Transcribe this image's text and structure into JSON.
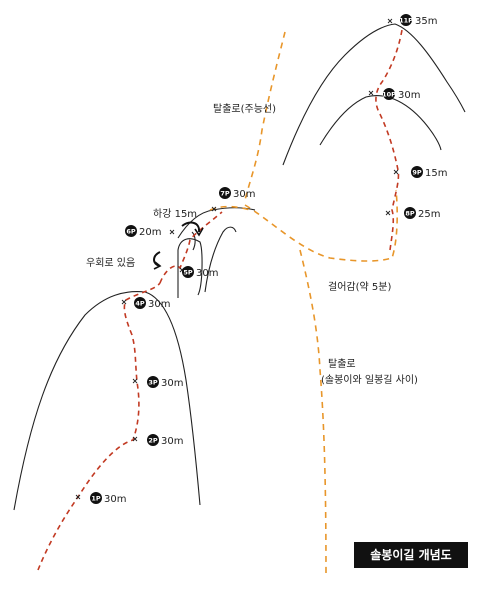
{
  "title": "솔봉이길 개념도",
  "labels": {
    "exit_top": "탈출로(주능선)",
    "walk": "걸어감(약 5분)",
    "exit_mid_line1": "탈출로",
    "exit_mid_line2": "(솔봉이와 일봉길 사이)",
    "rappel": "하강 15m",
    "detour": "우회로 있음"
  },
  "pitches": [
    {
      "id": "p1",
      "num": "1P",
      "len": "30m"
    },
    {
      "id": "p2",
      "num": "2P",
      "len": "30m"
    },
    {
      "id": "p3",
      "num": "3P",
      "len": "30m"
    },
    {
      "id": "p4",
      "num": "4P",
      "len": "30m"
    },
    {
      "id": "p5",
      "num": "5P",
      "len": "30m"
    },
    {
      "id": "p6",
      "num": "6P",
      "len": "20m"
    },
    {
      "id": "p7",
      "num": "7P",
      "len": "30m"
    },
    {
      "id": "p8",
      "num": "8P",
      "len": "25m"
    },
    {
      "id": "p9",
      "num": "9P",
      "len": "15m"
    },
    {
      "id": "p10",
      "num": "10P",
      "len": "30m"
    },
    {
      "id": "p11",
      "num": "11P",
      "len": "35m"
    }
  ],
  "colors": {
    "route": "#c23a23",
    "trail": "#e8962a",
    "outline": "#222222",
    "badge": "#111111",
    "title_bg": "#111111"
  }
}
